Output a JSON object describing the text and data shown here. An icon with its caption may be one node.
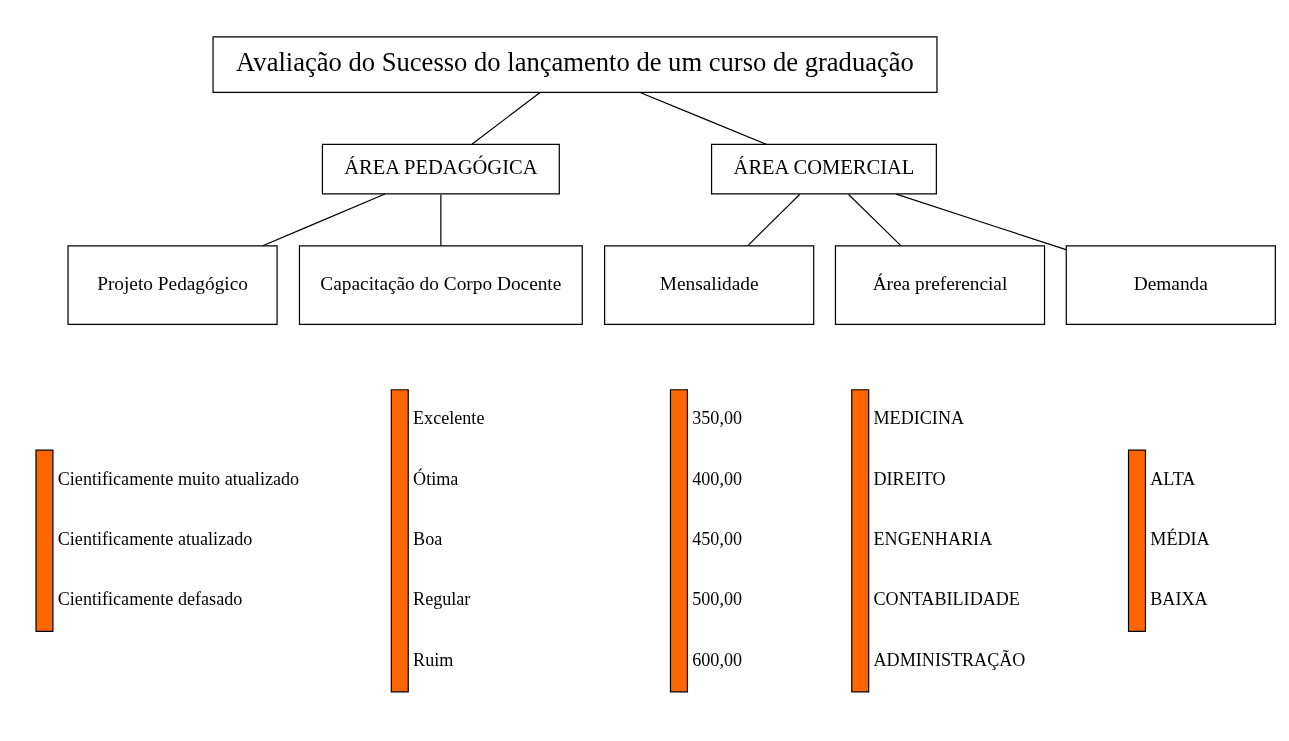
{
  "diagram": {
    "nodes": [
      {
        "text": [
          "Avaliação do Sucesso do lançamento de um curso de graduação"
        ]
      },
      {
        "text": [
          "ÁREA PEDAGÓGICA"
        ]
      },
      {
        "text": [
          "ÁREA COMERCIAL"
        ]
      },
      {
        "text": [
          "Projeto Pedagógico"
        ]
      },
      {
        "text": [
          "Capacitação do Corpo Docente"
        ]
      },
      {
        "text": [
          "Mensalidade"
        ]
      },
      {
        "text": [
          "Área preferencial"
        ]
      },
      {
        "text": [
          "Demanda"
        ]
      }
    ],
    "edges": [
      {
        "from": 0,
        "to": 1,
        "arrow": "none"
      },
      {
        "from": 0,
        "to": 2,
        "arrow": "none"
      },
      {
        "from": 1,
        "to": 3,
        "arrow": "none"
      },
      {
        "from": 1,
        "to": 4,
        "arrow": "none"
      },
      {
        "from": 2,
        "to": 5,
        "arrow": "none"
      },
      {
        "from": 2,
        "to": 6,
        "arrow": "none"
      },
      {
        "from": 2,
        "to": 7,
        "arrow": "none"
      }
    ],
    "labels": [
      "Cientificamente muito atualizado",
      "Cientificamente atualizado",
      "Cientificamente defasado",
      "Excelente",
      "Ótima",
      "Boa",
      "Regular",
      "Ruim",
      "350,00",
      "400,00",
      "450,00",
      "500,00",
      "600,00",
      "MEDICINA",
      "DIREITO",
      "ENGENHARIA",
      "CONTABILIDADE",
      "ADMINISTRAÇÃO",
      "ALTA",
      "MÉDIA",
      "BAIXA"
    ]
  }
}
